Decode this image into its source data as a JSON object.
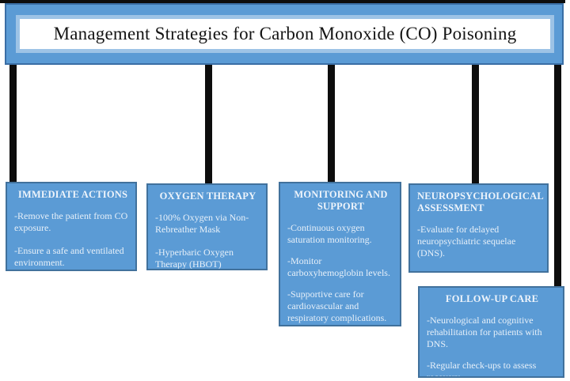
{
  "title": "Management Strategies for Carbon Monoxide (CO) Poisoning",
  "colors": {
    "banner_fill": "#5b9bd5",
    "banner_border": "#3a6ea5",
    "title_box_border": "#9dc3e6",
    "title_box_fill": "#ffffff",
    "title_text": "#141414",
    "box_fill": "#5b9bd5",
    "box_border": "#41719c",
    "box_text": "#e7f0f9",
    "connector": "#0d0d0d",
    "background": "#ffffff"
  },
  "boxes": [
    {
      "header": "IMMEDIATE ACTIONS",
      "items": [
        "-Remove the patient from CO exposure.",
        "-Ensure a safe and ventilated environment."
      ]
    },
    {
      "header": "OXYGEN THERAPY",
      "items": [
        "-100% Oxygen via Non-Rebreather Mask",
        "-Hyperbaric Oxygen Therapy (HBOT)"
      ]
    },
    {
      "header": "MONITORING AND SUPPORT",
      "items": [
        "-Continuous oxygen saturation monitoring.",
        "-Monitor carboxyhemoglobin levels.",
        "-Supportive care for cardiovascular and respiratory complications."
      ]
    },
    {
      "header": "NEUROPSYCHOLOGICAL ASSESSMENT",
      "items": [
        "-Evaluate for delayed neuropsychiatric sequelae (DNS)."
      ]
    },
    {
      "header": "FOLLOW-UP CARE",
      "items": [
        "-Neurological and cognitive rehabilitation for patients with DNS.",
        "-Regular check-ups to assess recovery."
      ]
    }
  ]
}
